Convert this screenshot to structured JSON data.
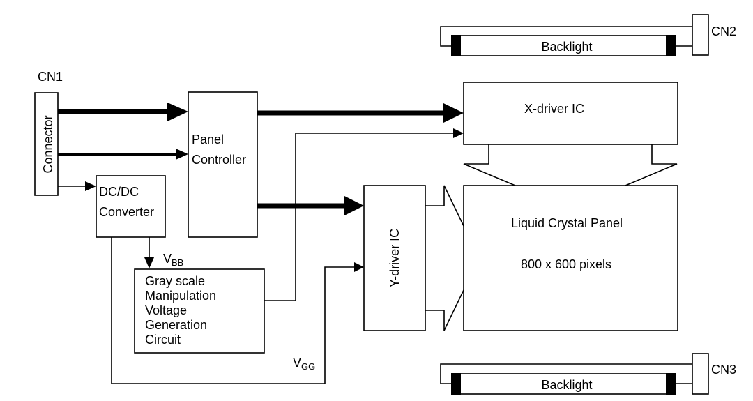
{
  "diagram": {
    "title": "LCD module block diagram",
    "connectors": {
      "cn1": "CN1",
      "cn2": "CN2",
      "cn3": "CN3",
      "connector_label": "Connector"
    },
    "blocks": {
      "panel_controller": [
        "Panel",
        "Controller"
      ],
      "dcdc": [
        "DC/DC",
        "Converter"
      ],
      "grayscale": [
        "Gray scale",
        "Manipulation",
        "Voltage",
        "Generation",
        "Circuit"
      ],
      "x_driver": "X-driver IC",
      "y_driver": "Y-driver IC",
      "lcd_panel": "Liquid Crystal Panel",
      "lcd_resolution": "800 x 600 pixels",
      "backlight_top": "Backlight",
      "backlight_bottom": "Backlight"
    },
    "signals": {
      "vbb_main": "V",
      "vbb_sub": "BB",
      "vgg_main": "V",
      "vgg_sub": "GG"
    }
  }
}
